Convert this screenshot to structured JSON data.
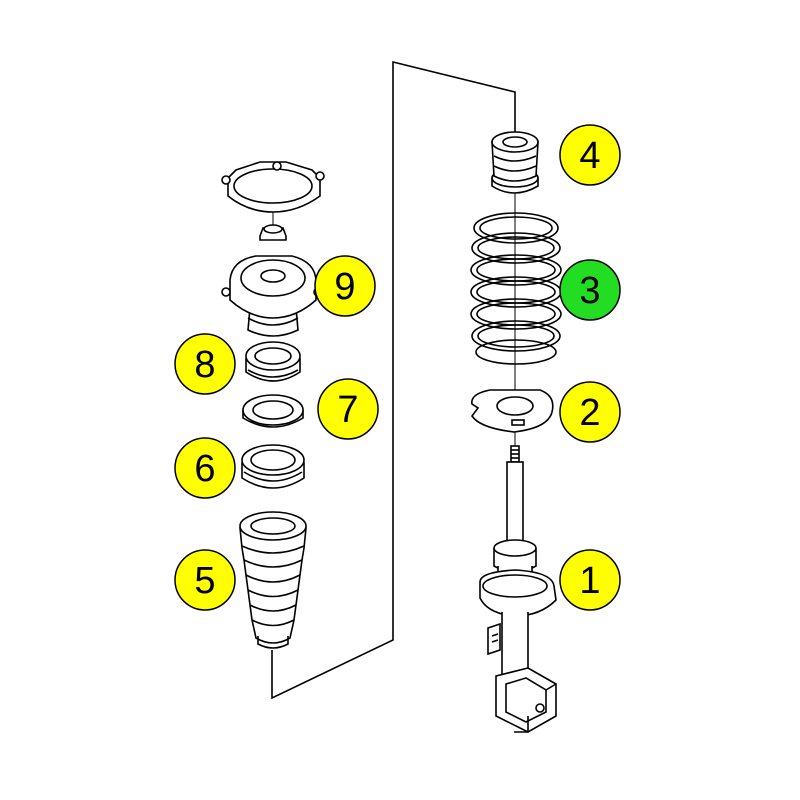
{
  "colors": {
    "background": "#ffffff",
    "line": "#000000",
    "callout_default": "#ffff00",
    "callout_highlight": "#22dd22"
  },
  "callouts": [
    {
      "part": "strut",
      "label": "1",
      "highlighted": false
    },
    {
      "part": "spring-seat",
      "label": "2",
      "highlighted": false
    },
    {
      "part": "coil-spring",
      "label": "3",
      "highlighted": true
    },
    {
      "part": "bump-stop",
      "label": "4",
      "highlighted": false
    },
    {
      "part": "dust-boot",
      "label": "5",
      "highlighted": false
    },
    {
      "part": "lower-bearing-ring",
      "label": "6",
      "highlighted": false
    },
    {
      "part": "thrust-bearing",
      "label": "7",
      "highlighted": false
    },
    {
      "part": "bearing-ring",
      "label": "8",
      "highlighted": false
    },
    {
      "part": "top-mount",
      "label": "9",
      "highlighted": false
    }
  ]
}
